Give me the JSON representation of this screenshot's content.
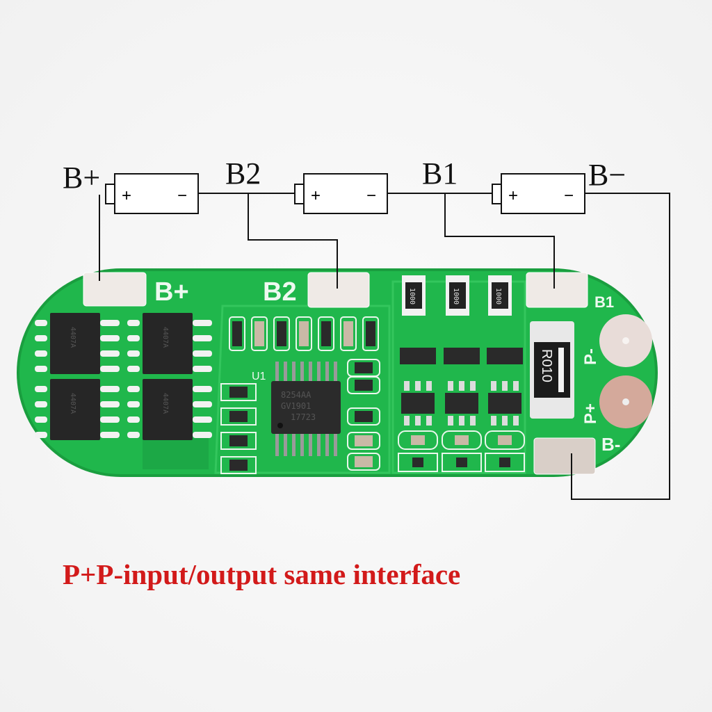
{
  "diagram": {
    "labels": {
      "b_plus": "B+",
      "b2": "B2",
      "b1": "B1",
      "b_minus": "B−"
    },
    "batteries": [
      {
        "plus": "+",
        "minus": "−"
      },
      {
        "plus": "+",
        "minus": "−"
      },
      {
        "plus": "+",
        "minus": "−"
      }
    ]
  },
  "board": {
    "pads": {
      "b_plus": "B+",
      "b2": "B2",
      "b1": "B1",
      "p_minus": "P-",
      "p_plus": "P+",
      "b_minus": "B-"
    },
    "ic_ref": "U1",
    "ic_marking": [
      "8254AA",
      "GV1901",
      "17723"
    ],
    "resistors": [
      "1000",
      "1000",
      "1000"
    ],
    "shunt": "R010",
    "mosfet_marking": "4407A",
    "colors": {
      "pcb": "#1eb54a",
      "silkscreen": "#e9f7ec",
      "pad": "#efeae6"
    }
  },
  "caption": "P+P-input/output same interface"
}
